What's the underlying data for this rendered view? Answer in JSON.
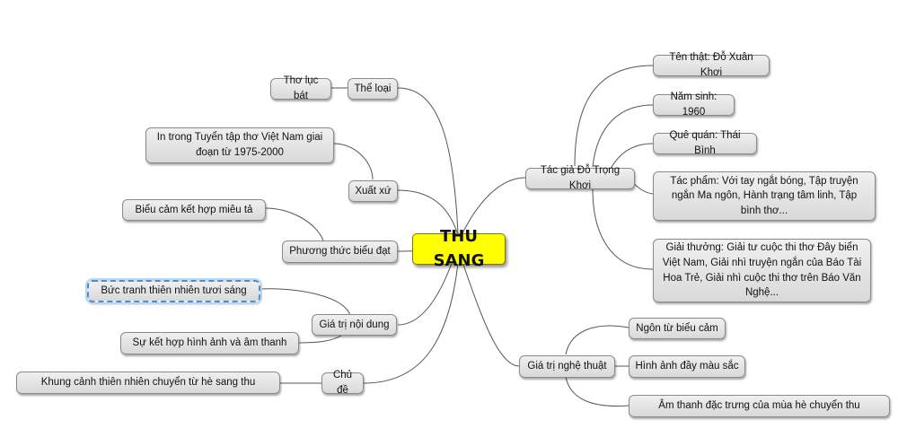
{
  "center": "THU SANG",
  "left": {
    "the_loai": {
      "label": "Thể loại",
      "child": "Thơ lục bát"
    },
    "xuat_xu": {
      "label": "Xuất xứ",
      "child_line1": "In trong Tuyển tập thơ Việt Nam giai",
      "child_line2": "đoạn từ 1975-2000"
    },
    "phuong_thuc": {
      "label": "Phương thức biểu đạt",
      "child": "Biểu cảm kết hợp miêu tả"
    },
    "gia_tri_noi_dung": {
      "label": "Giá trị nội dung",
      "children": [
        "Bức tranh thiên nhiên tươi sáng",
        "Sự kết hợp hình ảnh và âm thanh"
      ]
    },
    "chu_de": {
      "label": "Chủ đề",
      "child": "Khung cảnh thiên nhiên chuyển từ hè sang thu"
    }
  },
  "right": {
    "tac_gia": {
      "label": "Tác giả Đỗ Trọng Khơi",
      "children": [
        "Tên thật: Đỗ Xuân Khơi",
        "Năm sinh: 1960",
        "Quê quán: Thái Bình",
        "Tác phẩm: Với tay ngắt bóng, Tập truyện ngắn Ma ngôn, Hành trạng tâm linh, Tập bình thơ...",
        "Giải thưởng: Giải tư cuộc thi thơ Đây biển Việt Nam, Giải nhì truyện ngắn của Báo Tài Hoa Trẻ, Giải nhì cuộc thi thơ trên Báo Văn Nghệ..."
      ]
    },
    "nghe_thuat": {
      "label": "Giá trị nghệ thuật",
      "children": [
        "Ngôn từ biểu cảm",
        "Hình ảnh đầy màu sắc",
        "Âm thanh đặc trưng của mùa hè chuyển thu"
      ]
    }
  },
  "colors": {
    "center_fill": "#ffff00",
    "node_fill": "#e6e6e6",
    "connector": "#555555",
    "selection": "#4a8fd0"
  }
}
